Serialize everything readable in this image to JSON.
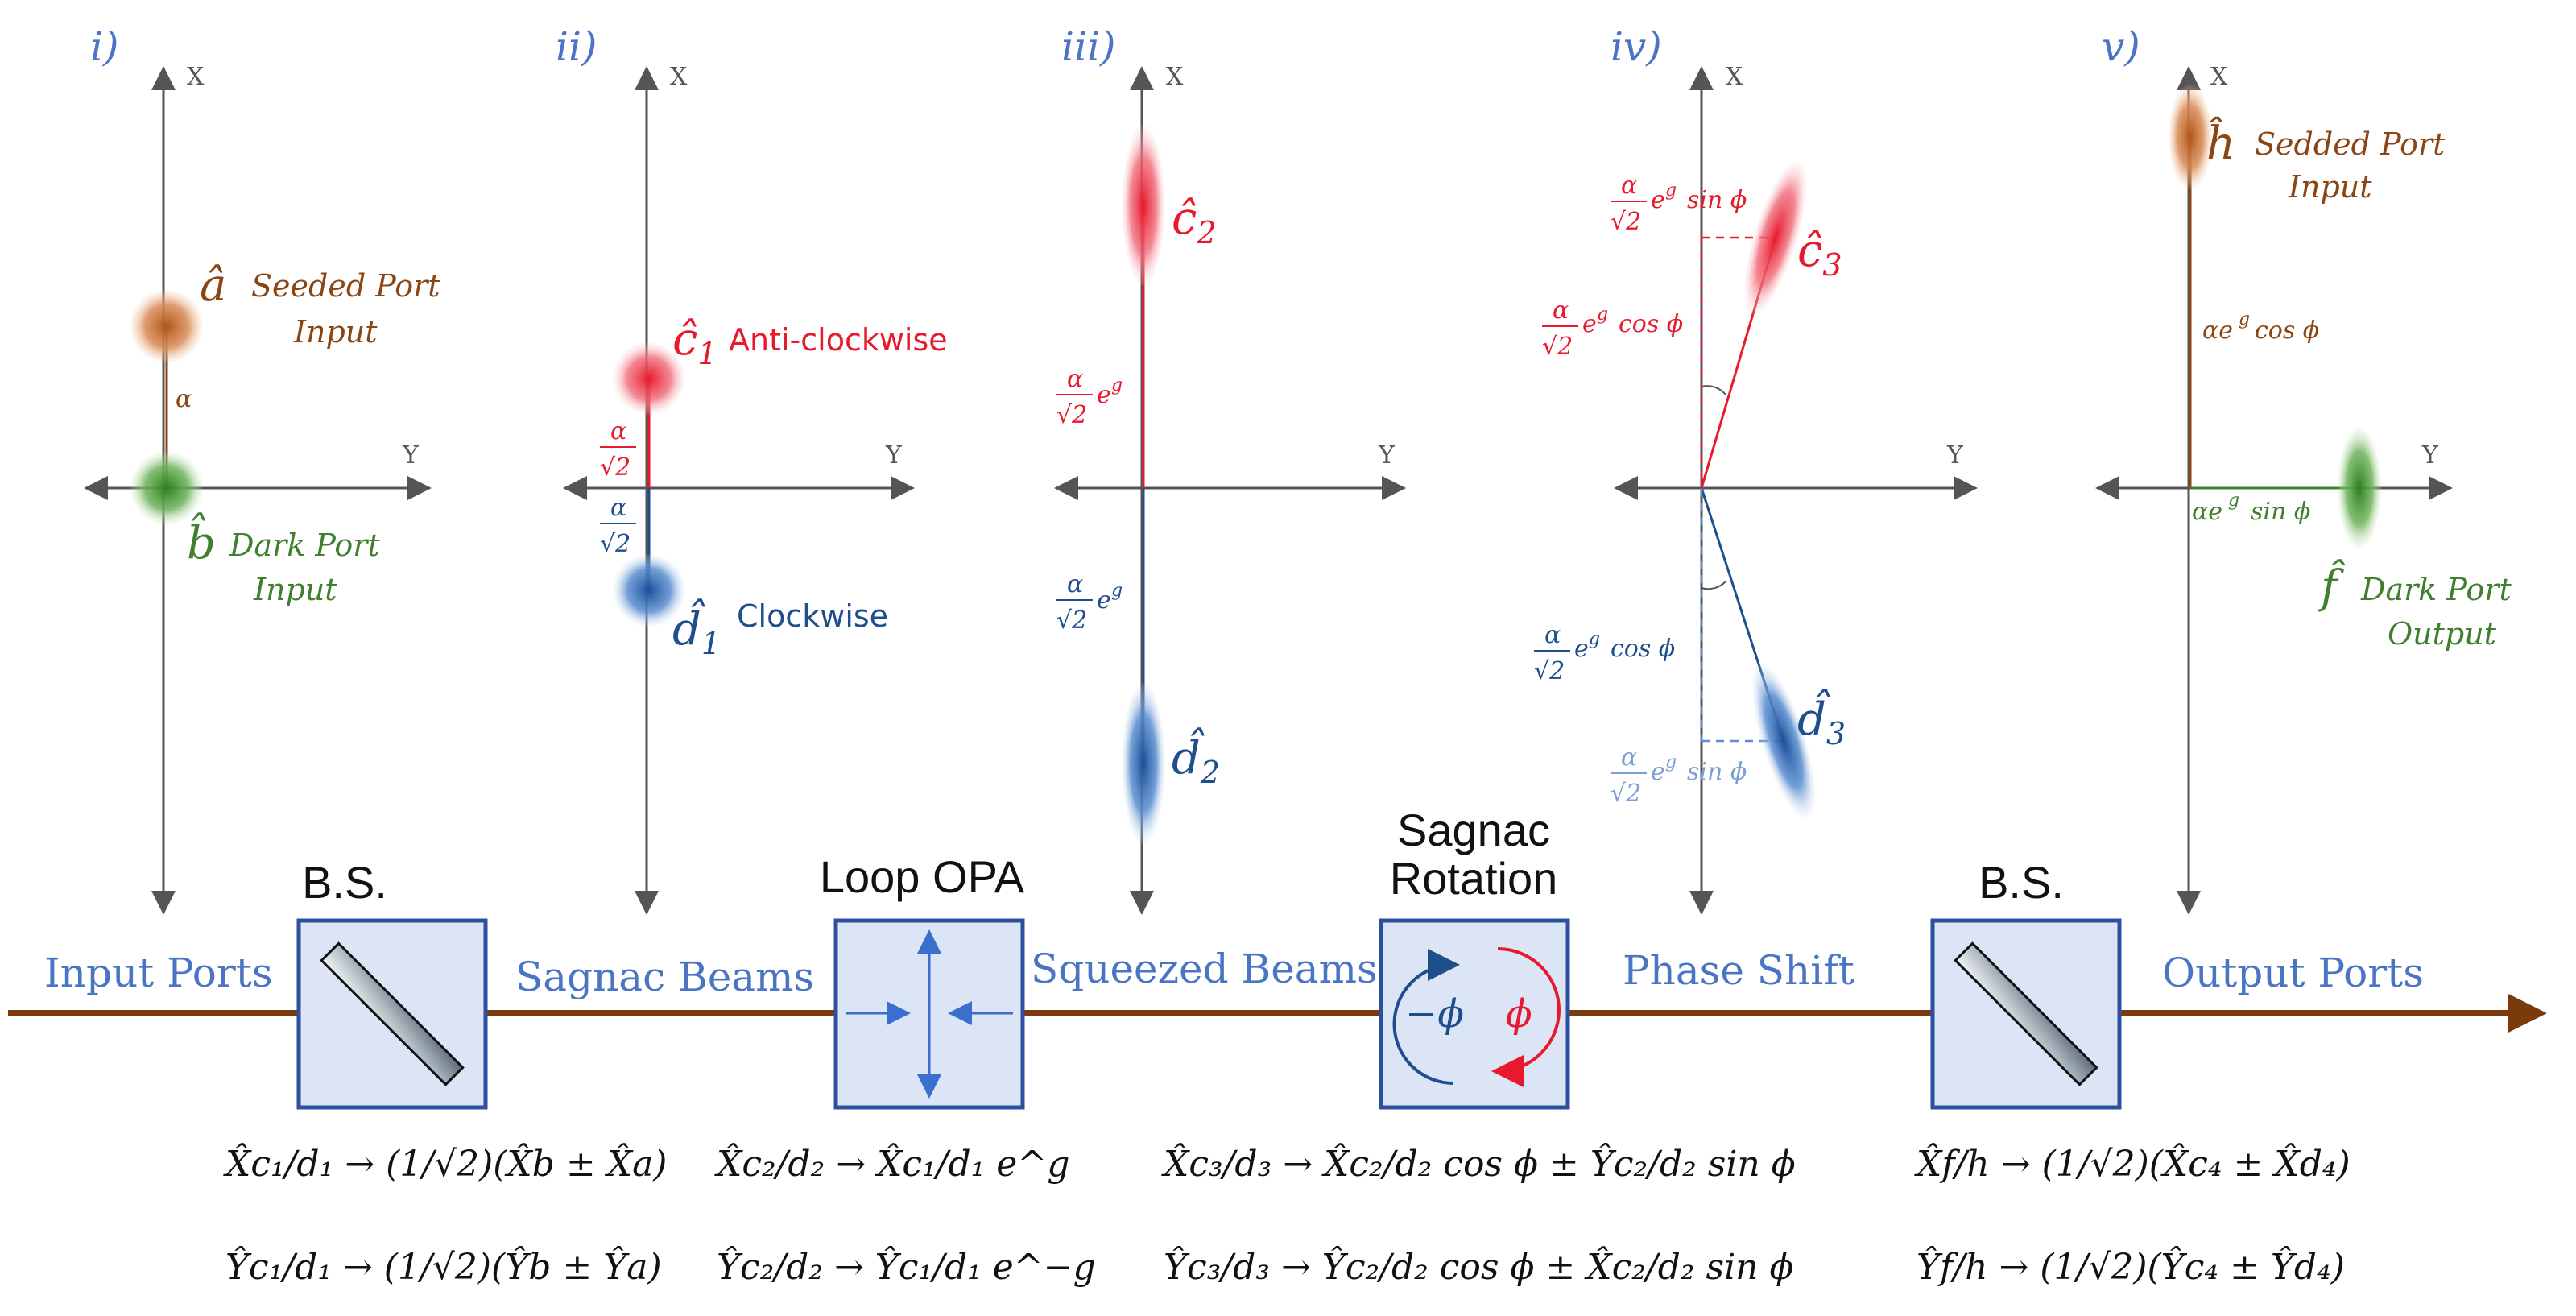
{
  "stages": [
    {
      "label": "i)"
    },
    {
      "label": "ii)"
    },
    {
      "label": "iii)"
    },
    {
      "label": "iv)"
    },
    {
      "label": "v)"
    }
  ],
  "axes": {
    "x": "X",
    "y": "Y"
  },
  "stage1": {
    "a_sym": "â",
    "a_port": [
      "Seeded Port",
      "Input"
    ],
    "b_sym": "b̂",
    "b_port": [
      "Dark Port",
      "Input"
    ],
    "amp": "α"
  },
  "stage2": {
    "c_sym": "ĉ",
    "c_sub": "1",
    "c_label": "Anti-clockwise",
    "d_sym": "d̂",
    "d_sub": "1",
    "d_label": "Clockwise",
    "amp_num": "α",
    "amp_den": "√2"
  },
  "stage3": {
    "c_sym": "ĉ",
    "c_sub": "2",
    "d_sym": "d̂",
    "d_sub": "2",
    "amp_num": "α",
    "amp_den": "√2",
    "amp_tail": "e",
    "amp_exp": "g"
  },
  "stage4": {
    "c_sym": "ĉ",
    "c_sub": "3",
    "d_sym": "d̂",
    "d_sub": "3",
    "amp_num": "α",
    "amp_den": "√2",
    "amp_tail": "e",
    "amp_exp": "g",
    "sin_tail": "sin ϕ",
    "cos_tail": "cos ϕ"
  },
  "stage5": {
    "h_sym": "ĥ",
    "h_port": [
      "Sedded Port",
      "Input"
    ],
    "f_sym": "f̂",
    "f_port": [
      "Dark Port",
      "Output"
    ],
    "cos_amp": "αe",
    "cos_exp": "g",
    "cos_tail": "cos ϕ",
    "sin_amp": "αe",
    "sin_exp": "g",
    "sin_tail": "sin ϕ"
  },
  "blocks": {
    "bs1_title": "B.S.",
    "opa_title": "Loop OPA",
    "sagnac_title_1": "Sagnac",
    "sagnac_title_2": "Rotation",
    "sagnac_minus": "−ϕ",
    "sagnac_plus": "ϕ",
    "bs2_title": "B.S."
  },
  "pipeline": {
    "labels": [
      "Input Ports",
      "Sagnac Beams",
      "Squeezed Beams",
      "Phase Shift",
      "Output Ports"
    ]
  },
  "equations": {
    "bs1_x": "X̂c₁/d₁ → (1/√2)(X̂b ± X̂a)",
    "bs1_y": "Ŷc₁/d₁ → (1/√2)(Ŷb ± Ŷa)",
    "opa_x": "X̂c₂/d₂ → X̂c₁/d₁ e^g",
    "opa_y": "Ŷc₂/d₂ → Ŷc₁/d₁ e^−g",
    "rot_x": "X̂c₃/d₃ → X̂c₂/d₂ cos ϕ ± Ŷc₂/d₂ sin ϕ",
    "rot_y": "Ŷc₃/d₃ → Ŷc₂/d₂ cos ϕ ± X̂c₂/d₂ sin ϕ",
    "bs2_x": "X̂f/h → (1/√2)(X̂c₄ ± X̂d₄)",
    "bs2_y": "Ŷf/h → (1/√2)(Ŷc₄ ± Ŷd₄)"
  },
  "colors": {
    "seeded": "#8b4513",
    "dark": "#3f7f2f",
    "red": "#e8192c",
    "blue": "#1f4e8c",
    "stage": "#4a74c4",
    "pipe": "#7a3a0c",
    "block_fill": "#dbe5f5",
    "block_stroke": "#2e4fa0",
    "axis": "#555555"
  }
}
